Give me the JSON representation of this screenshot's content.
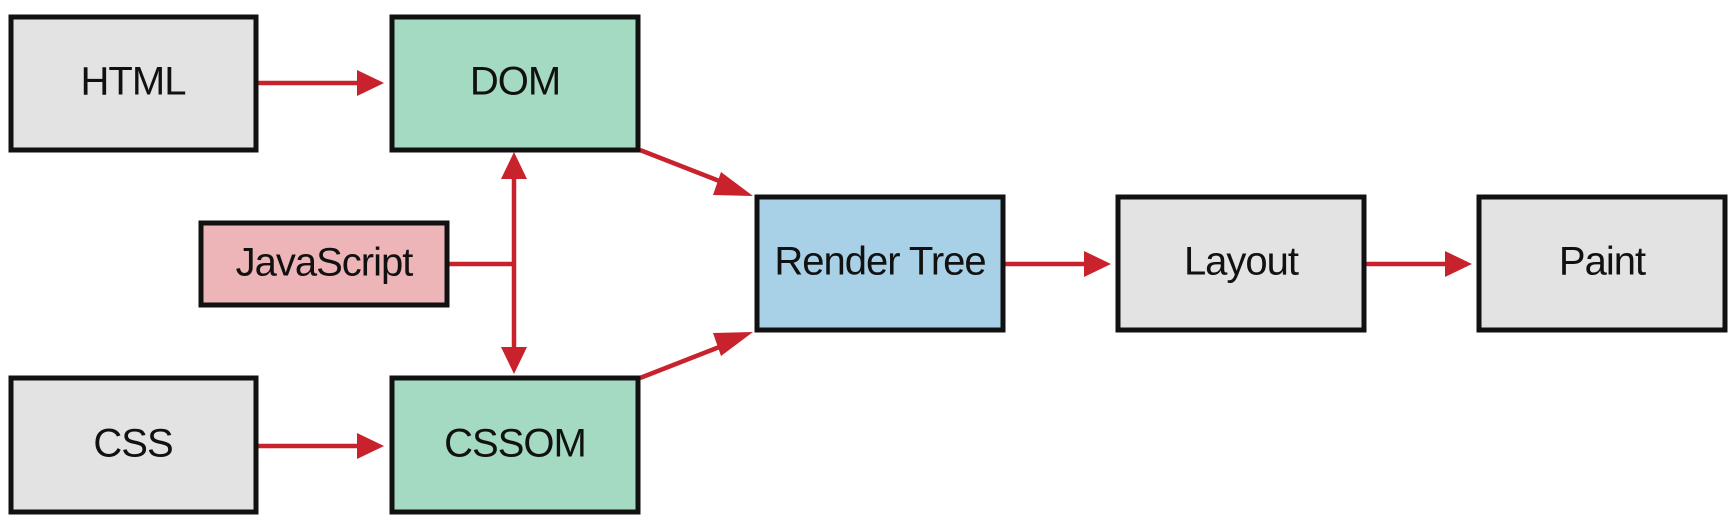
{
  "colors": {
    "source_fill": "#e3e3e3",
    "model_fill": "#a4d9c2",
    "render_tree_fill": "#a8d0e6",
    "script_fill": "#eeb5b8",
    "arrow": "#c8232c",
    "border": "#111111"
  },
  "nodes": {
    "html": {
      "label": "HTML"
    },
    "dom": {
      "label": "DOM"
    },
    "javascript": {
      "label": "JavaScript"
    },
    "css": {
      "label": "CSS"
    },
    "cssom": {
      "label": "CSSOM"
    },
    "render_tree": {
      "label": "Render Tree"
    },
    "layout": {
      "label": "Layout"
    },
    "paint": {
      "label": "Paint"
    }
  },
  "edges": [
    {
      "from": "HTML",
      "to": "DOM"
    },
    {
      "from": "CSS",
      "to": "CSSOM"
    },
    {
      "from": "JavaScript",
      "to": "DOM"
    },
    {
      "from": "JavaScript",
      "to": "CSSOM"
    },
    {
      "from": "DOM",
      "to": "Render Tree"
    },
    {
      "from": "CSSOM",
      "to": "Render Tree"
    },
    {
      "from": "Render Tree",
      "to": "Layout"
    },
    {
      "from": "Layout",
      "to": "Paint"
    }
  ]
}
